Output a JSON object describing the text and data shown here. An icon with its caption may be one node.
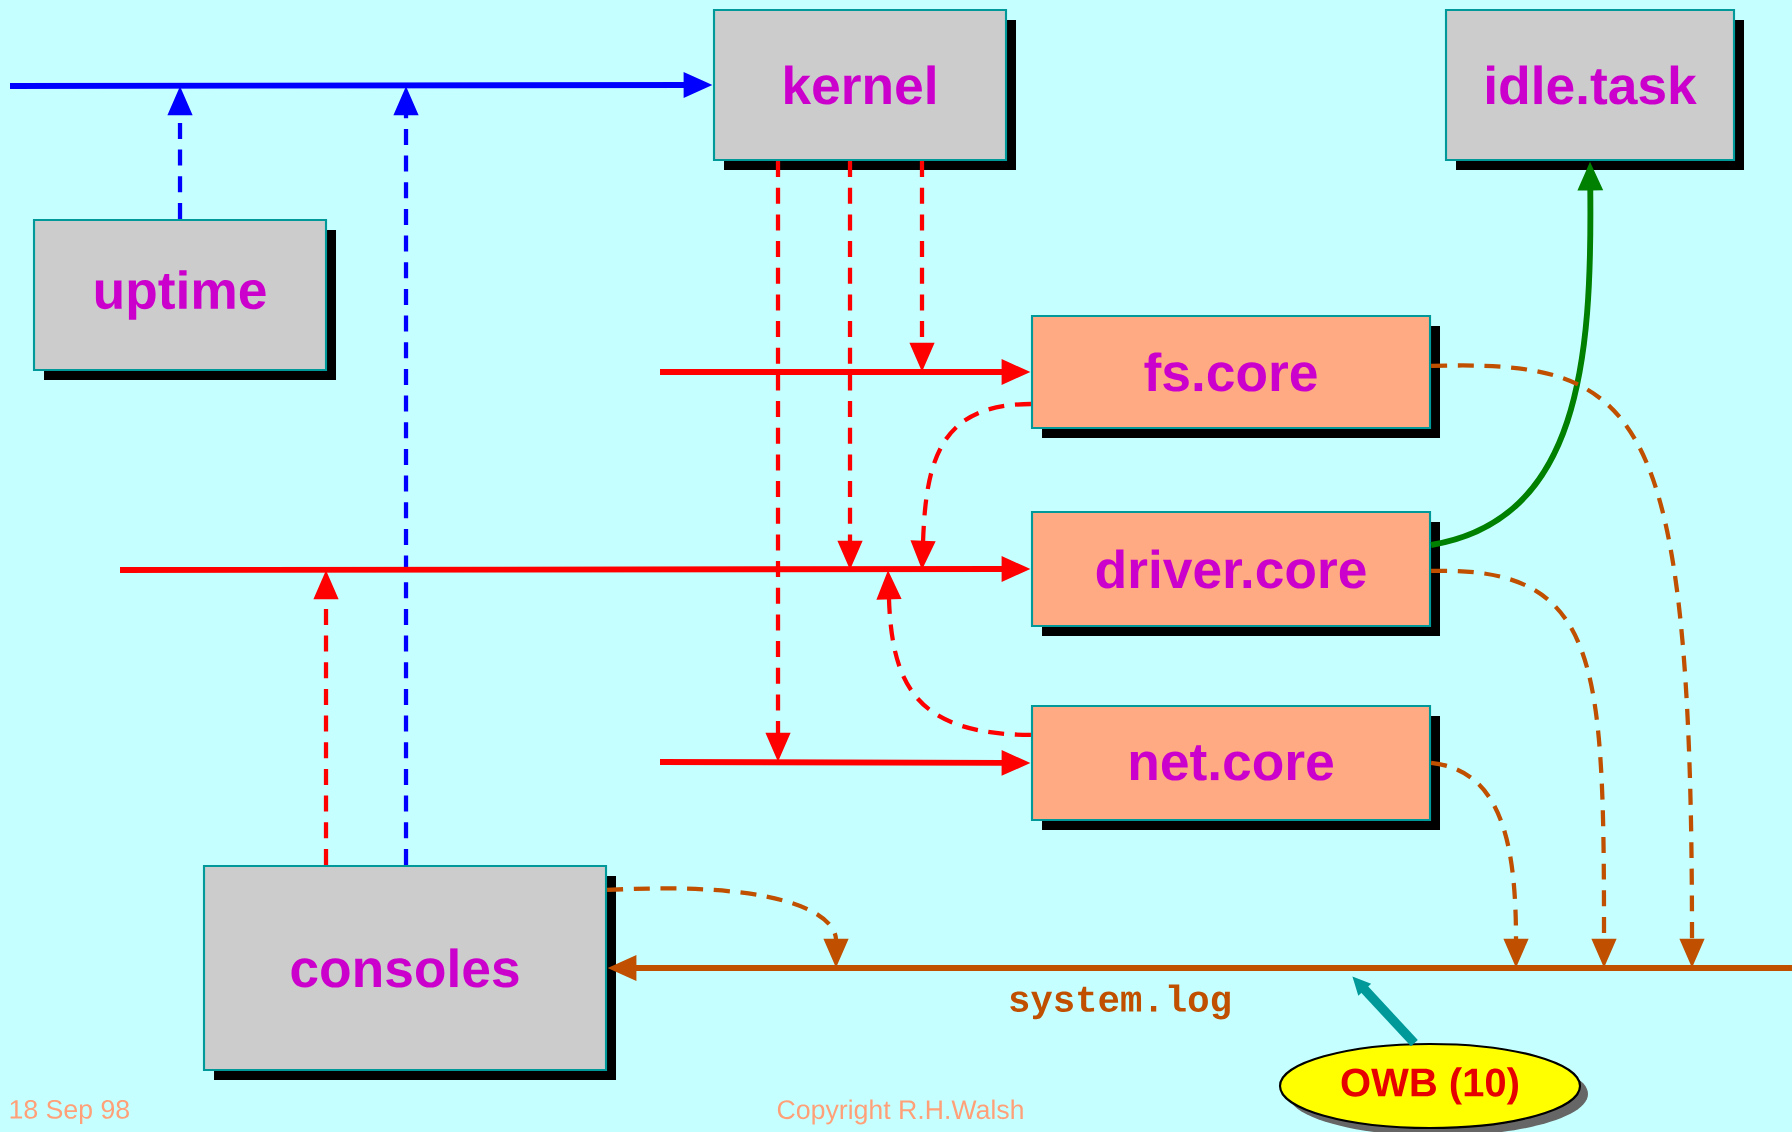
{
  "diagram": {
    "nodes": [
      {
        "text": [
          "kernel"
        ]
      },
      {
        "text": [
          "idle.task"
        ]
      },
      {
        "text": [
          "uptime"
        ]
      },
      {
        "text": [
          "fs.core"
        ]
      },
      {
        "text": [
          "driver.core"
        ]
      },
      {
        "text": [
          "net.core"
        ]
      },
      {
        "text": [
          "consoles"
        ]
      },
      {
        "text": [
          "OWB (10)"
        ]
      }
    ],
    "edges": [
      {
        "from": null,
        "to": 0,
        "arrow": "to",
        "color": "#0000ff"
      },
      {
        "from": 2,
        "to": null,
        "arrow": "to",
        "style": "dashed",
        "color": "#0000ff"
      },
      {
        "from": 6,
        "to": null,
        "arrow": "to",
        "style": "dashed",
        "color": "#0000ff"
      },
      {
        "from": null,
        "to": 3,
        "arrow": "to"
      },
      {
        "from": null,
        "to": 4,
        "arrow": "to"
      },
      {
        "from": null,
        "to": 5,
        "arrow": "to"
      },
      {
        "from": 0,
        "to": null,
        "arrow": "to",
        "style": "dashed"
      },
      {
        "from": 0,
        "to": null,
        "arrow": "to",
        "style": "dashed"
      },
      {
        "from": 0,
        "to": null,
        "arrow": "to",
        "style": "dashed"
      },
      {
        "from": 3,
        "to": null,
        "arrow": "to",
        "style": "dashed"
      },
      {
        "from": 5,
        "to": null,
        "arrow": "to",
        "style": "dashed"
      },
      {
        "from": 6,
        "to": null,
        "arrow": "to",
        "style": "dashed"
      },
      {
        "from": 4,
        "to": 1,
        "arrow": "to",
        "color": "#008000"
      },
      {
        "from": null,
        "to": 6,
        "arrow": "to",
        "color": "#c05000",
        "label": "system.log"
      },
      {
        "from": 3,
        "to": null,
        "arrow": "to",
        "style": "dashed",
        "color": "#c05000"
      },
      {
        "from": 4,
        "to": null,
        "arrow": "to",
        "style": "dashed",
        "color": "#c05000"
      },
      {
        "from": 5,
        "to": null,
        "arrow": "to",
        "style": "dashed",
        "color": "#c05000"
      },
      {
        "from": 6,
        "to": null,
        "arrow": "to",
        "style": "dashed",
        "color": "#c05000"
      },
      {
        "from": 7,
        "to": null,
        "arrow": "to",
        "style": "thick",
        "color": "#009999"
      }
    ],
    "labels": [
      "18 Sep 98",
      "Copyright R.H.Walsh"
    ]
  }
}
